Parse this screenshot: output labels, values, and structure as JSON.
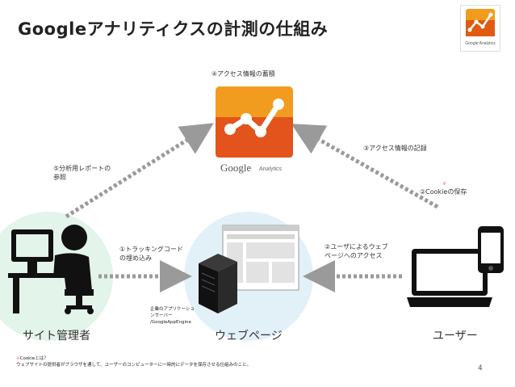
{
  "title": "Googleアナリティクスの計測の仕組み",
  "corner_logo": {
    "brand": "Google Analytics"
  },
  "steps": {
    "s1": [
      "①トラッキングコード",
      "の埋め込み"
    ],
    "s2": [
      "②ユーザによるウェブ",
      "ページへのアクセス"
    ],
    "s3": "③アクセス情報の記録",
    "s4": "④アクセス情報の蓄積",
    "s5": [
      "⑤分析用レポートの",
      "参照"
    ],
    "cookie_mark": "※",
    "cookie_save": "②Cookieの保存"
  },
  "ga_logo": {
    "google": "Google",
    "analytics": "Analytics"
  },
  "server_note": [
    "企業のアプリケーショ",
    "ンサーバー",
    "/GoogleAppEngine"
  ],
  "captions": {
    "admin": "サイト管理者",
    "webpage": "ウェブページ",
    "user": "ユーザー"
  },
  "footer": {
    "q_mark": "※",
    "question": "Cookieとは？",
    "answer": "ウェブサイトの提供者がブラウザを通して、ユーザーのコンピューターに一時的にデータを保存させる仕組みのこと。"
  },
  "page_number": "4",
  "colors": {
    "orange": "#e8710a",
    "orange_dark": "#c44b0e",
    "green_circle": "#e3f4ea",
    "blue_circle": "#e2f1f8",
    "arrow": "#9a9a9a"
  }
}
